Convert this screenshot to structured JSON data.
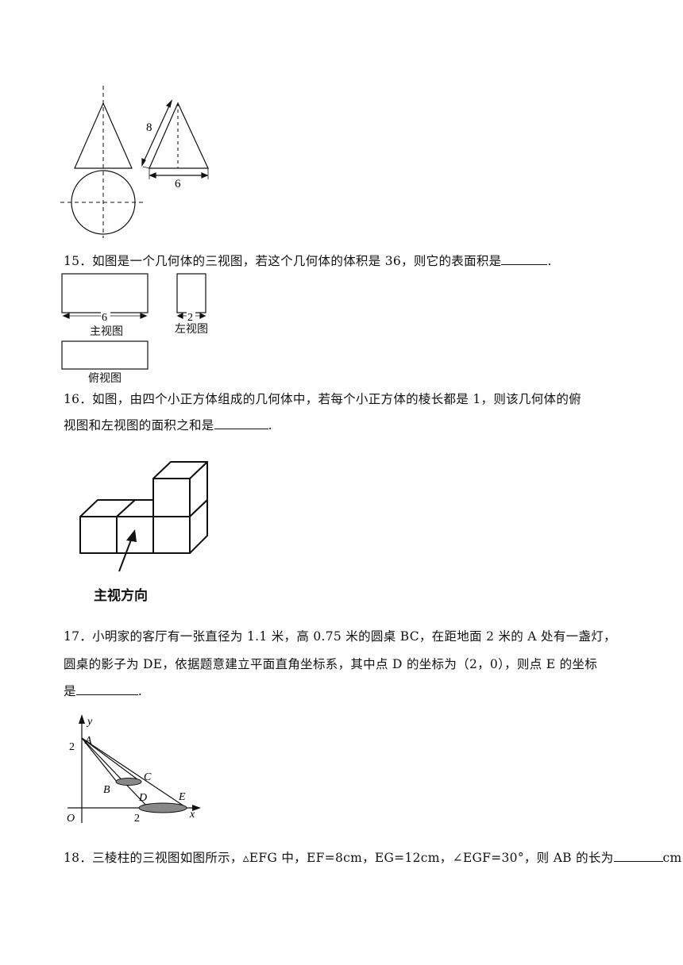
{
  "fig14": {
    "slant": "8",
    "base": "6"
  },
  "q15": {
    "text": "15．如图是一个几何体的三视图，若这个几何体的体积是 36，则它的表面积是",
    "end": ".",
    "front_dim": "6",
    "side_dim": "2",
    "front_label": "主视图",
    "side_label": "左视图",
    "top_label": "俯视图"
  },
  "q16": {
    "line1": "16．如图，由四个小正方体组成的几何体中，若每个小正方体的棱长都是 1，则该几何体的俯",
    "line2": "视图和左视图的面积之和是",
    "end": ".",
    "direction_label": "主视方向"
  },
  "q17": {
    "line1": "17．小明家的客厅有一张直径为 1.1 米，高 0.75 米的圆桌 BC，在距地面 2 米的 A 处有一盏灯，",
    "line2": "圆桌的影子为 DE，依据题意建立平面直角坐标系，其中点 D 的坐标为（2，0），则点 E 的坐标",
    "line3": "是",
    "end": ".",
    "axis_y": "y",
    "axis_x": "x",
    "origin": "O",
    "tick_y": "2",
    "tick_x": "2",
    "point_a": "A",
    "point_b": "B",
    "point_c": "C",
    "point_d": "D",
    "point_e": "E"
  },
  "q18": {
    "text": "18．三棱柱的三视图如图所示，▵EFG 中，EF=8cm，EG=12cm，∠EGF=30°，则 AB 的长为",
    "unit": "cm."
  }
}
